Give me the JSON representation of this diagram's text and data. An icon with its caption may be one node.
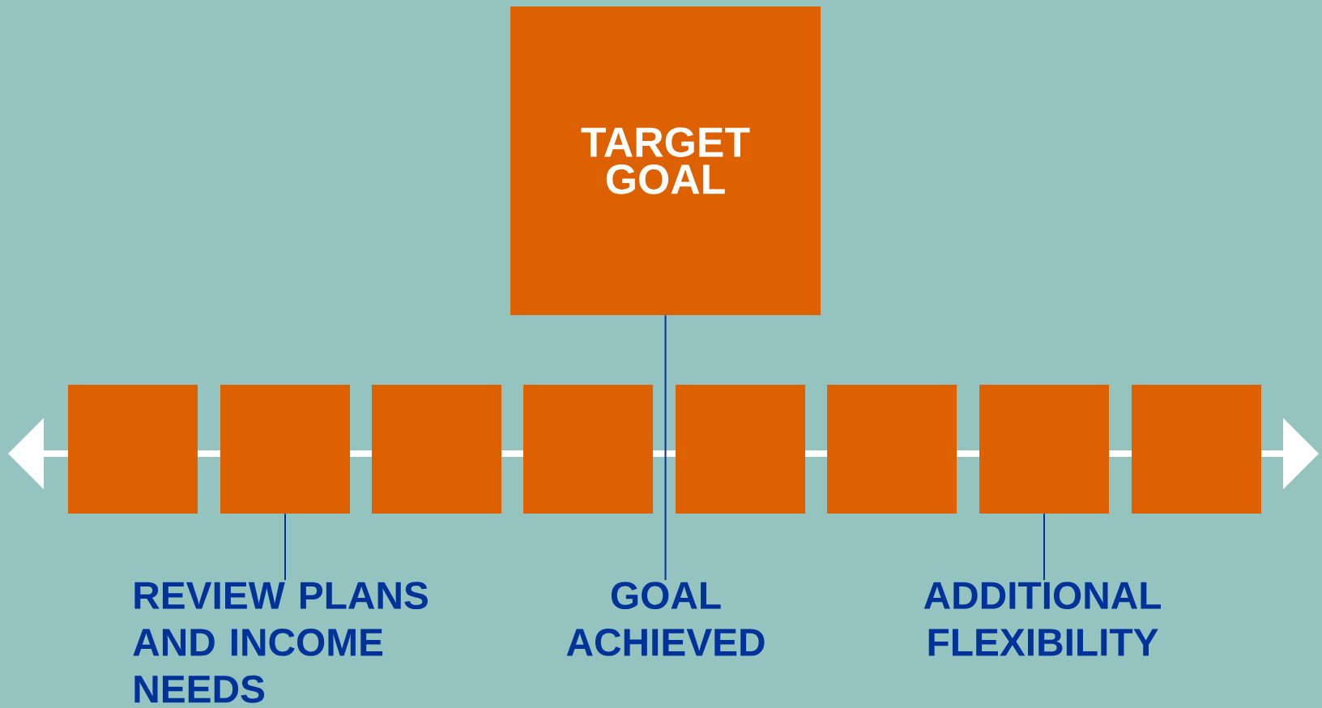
{
  "diagram": {
    "nodes": [
      {
        "text": [
          "TARGET GOAL"
        ]
      },
      {
        "text": [],
        "shape": "box"
      },
      {
        "text": [],
        "shape": "box"
      },
      {
        "text": [],
        "shape": "box"
      },
      {
        "text": [],
        "shape": "box"
      },
      {
        "text": [],
        "shape": "box"
      },
      {
        "text": [],
        "shape": "box"
      },
      {
        "text": [],
        "shape": "box"
      },
      {
        "text": [],
        "shape": "box"
      },
      {
        "text": [
          "REVIEW PLANS AND INCOME NEEDS"
        ]
      },
      {
        "text": [
          "GOAL ACHIEVED"
        ]
      },
      {
        "text": [
          "ADDITIONAL FLEXIBILITY"
        ]
      }
    ],
    "edges": [
      {
        "from": 9,
        "to": 2,
        "arrow": "none"
      },
      {
        "from": 10,
        "to": 0,
        "arrow": "none"
      },
      {
        "from": 11,
        "to": 7,
        "arrow": "none"
      }
    ]
  }
}
